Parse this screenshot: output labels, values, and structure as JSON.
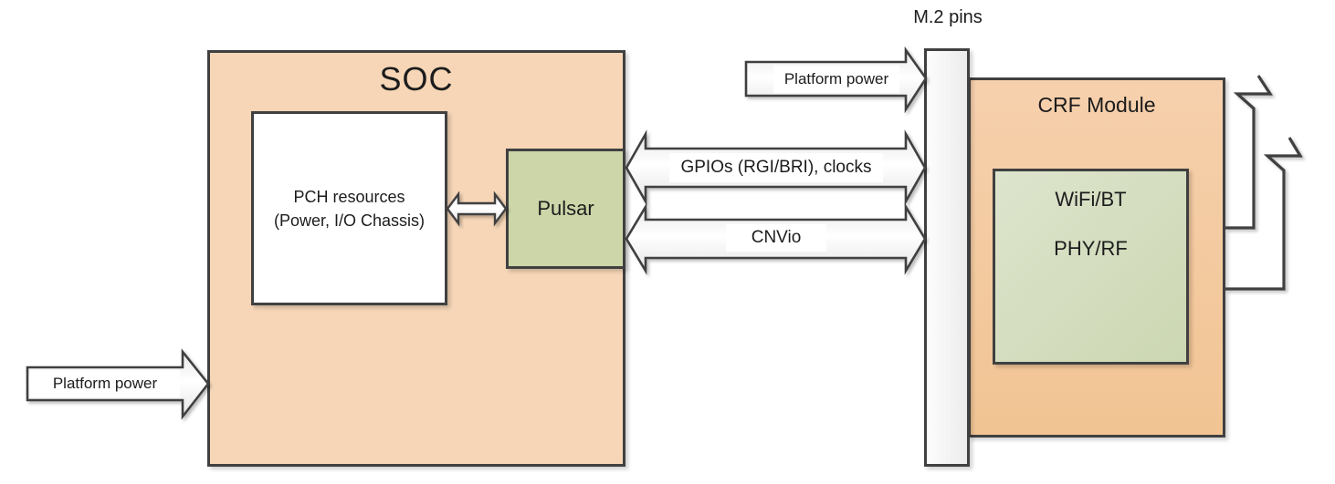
{
  "blocks": {
    "soc": {
      "title": "SOC"
    },
    "pch": {
      "line1": "PCH resources",
      "line2": "(Power, I/O Chassis)"
    },
    "pulsar": {
      "label": "Pulsar"
    },
    "m2_pins": {
      "label": "M.2 pins"
    },
    "crf": {
      "title": "CRF Module"
    },
    "wifi": {
      "line1": "WiFi/BT",
      "line2": "PHY/RF"
    }
  },
  "arrows": {
    "platform_power_top": {
      "label": "Platform power",
      "direction": "right"
    },
    "platform_power_left": {
      "label": "Platform power",
      "direction": "right"
    },
    "gpios": {
      "label": "GPIOs (RGI/BRI), clocks",
      "direction": "both"
    },
    "cnvio": {
      "label": "CNVio",
      "direction": "both"
    },
    "pch_pulsar": {
      "direction": "both"
    }
  },
  "antennas": {
    "count": 2
  },
  "colors": {
    "soc_fill": "#f6d6b7",
    "crf_fill": "#f2c79b",
    "pulsar_fill": "#ccd6a8",
    "wifi_fill": "#d3dcbf",
    "border": "#404040",
    "m2_bar_fill": "#f0f0f0",
    "arrow_fill": "#f4f4f4"
  }
}
